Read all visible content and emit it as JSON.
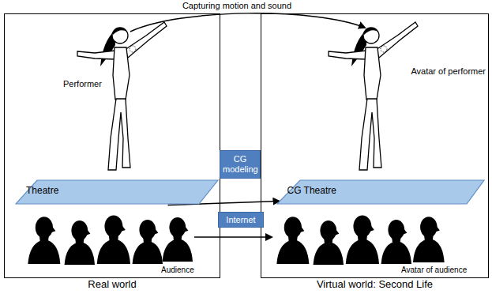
{
  "diagram": {
    "nodes": [
      {
        "text": [
          "Real world"
        ]
      },
      {
        "text": [
          "Virtual world: Second Life"
        ]
      },
      {
        "text": [
          "Theatre"
        ],
        "in": 0
      },
      {
        "text": [
          "CG Theatre"
        ],
        "in": 1
      }
    ],
    "edges": [
      {
        "from": 2,
        "to": 3,
        "arrow": "to",
        "label": "CG modeling"
      }
    ],
    "labels": [
      "Capturing motion and sound",
      "Performer",
      "Avatar of performer",
      "Audience",
      "Avatar of audience",
      "Internet"
    ]
  }
}
